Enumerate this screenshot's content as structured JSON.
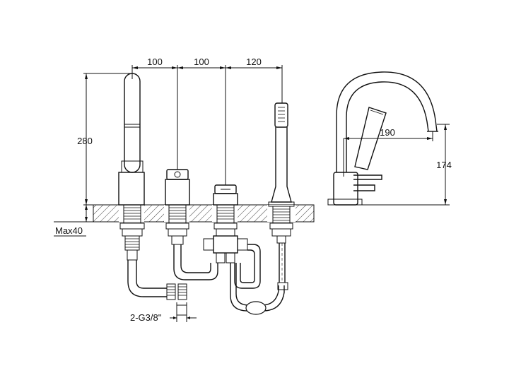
{
  "diagram": {
    "colors": {
      "line": "#111111",
      "background": "#ffffff",
      "hatch": "#111111"
    },
    "dimensions": {
      "spacing_1": "100",
      "spacing_2": "100",
      "spacing_3": "120",
      "height_total": "280",
      "deck_thickness": "Max40",
      "connection": "2-G3/8\"",
      "spout_reach": "190",
      "spout_height": "174"
    }
  }
}
